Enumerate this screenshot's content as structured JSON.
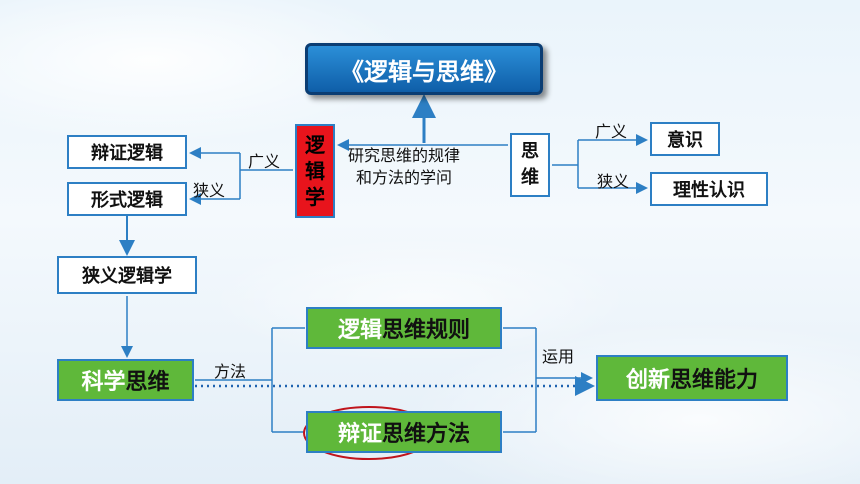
{
  "title": "《逻辑与思维》",
  "logic_science": [
    "逻",
    "辑",
    "学"
  ],
  "thinking": [
    "思",
    "维"
  ],
  "description": [
    "研究思维的规律",
    "和方法的学问"
  ],
  "broad_label_left": "广义",
  "narrow_label_left": "狭义",
  "broad_label_right": "广义",
  "narrow_label_right": "狭义",
  "dialectical_logic": "辩证逻辑",
  "formal_logic": "形式逻辑",
  "consciousness": "意识",
  "rational_cognition": "理性认识",
  "narrow_logic_science": "狭义逻辑学",
  "scientific_thinking": {
    "part1": "科学",
    "part2": "思维"
  },
  "method_label": "方法",
  "apply_label": "运用",
  "logic_rules": {
    "part1": "逻辑",
    "part2": "思维规则"
  },
  "dialectical_method": {
    "part1": "辩证",
    "part2": "思维",
    "part3": "方法"
  },
  "innovation": {
    "part1": "创新",
    "part2": "思维能力"
  },
  "colors": {
    "accent_blue": "#2d7fc4",
    "green": "#5fb83a",
    "red": "#e8141c",
    "circle": "#c0141c"
  }
}
